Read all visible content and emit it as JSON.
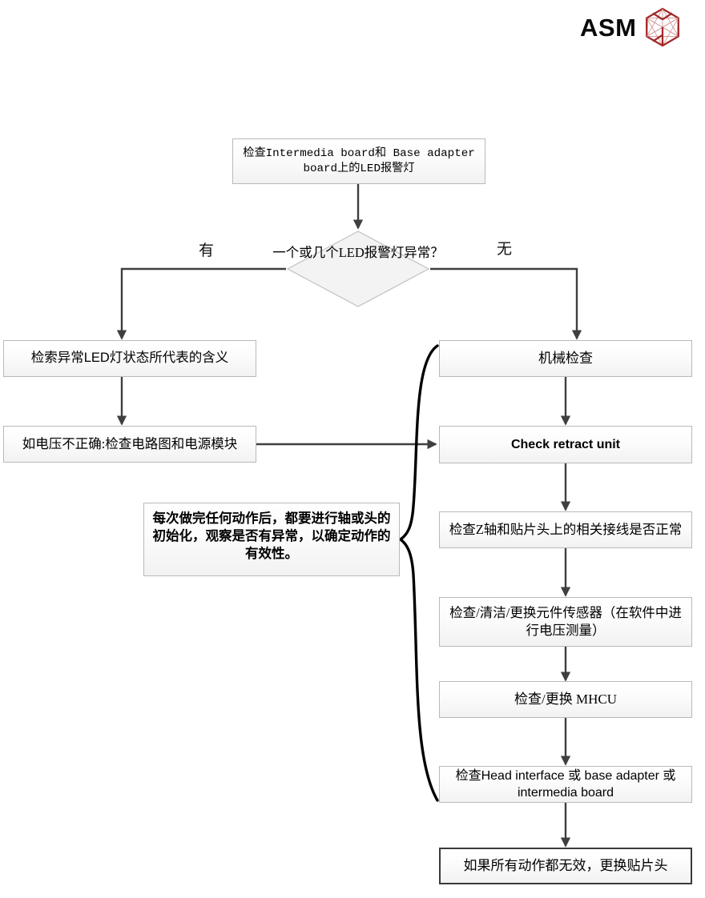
{
  "brand": {
    "name": "ASM",
    "logo_icon": "asm-hexagon-logo-icon",
    "logo_color": "#a32a2a"
  },
  "flowchart": {
    "type": "flowchart",
    "title": "",
    "nodes": [
      {
        "id": "start",
        "shape": "process",
        "text": "检查Intermedia board和 Base adapter board上的LED报警灯"
      },
      {
        "id": "decision",
        "shape": "diamond",
        "text": "一个或几个LED报警灯异常？"
      },
      {
        "id": "left1",
        "shape": "process",
        "text": "检索异常LED灯状态所代表的含义"
      },
      {
        "id": "left2",
        "shape": "process",
        "text": "如电压不正确:检查电路图和电源模块"
      },
      {
        "id": "note",
        "shape": "note",
        "text": "每次做完任何动作后，都要进行轴或头的初始化，观察是否有异常，以确定动作的有效性。"
      },
      {
        "id": "right1",
        "shape": "process",
        "text": "机械检查"
      },
      {
        "id": "right2",
        "shape": "process",
        "text": "Check retract unit"
      },
      {
        "id": "right3",
        "shape": "process",
        "text": "检查Z轴和贴片头上的相关接线是否正常"
      },
      {
        "id": "right4",
        "shape": "process",
        "text": "检查/清洁/更换元件传感器（在软件中进行电压测量）"
      },
      {
        "id": "right5",
        "shape": "process",
        "text": "检查/更换 MHCU"
      },
      {
        "id": "right6",
        "shape": "process",
        "text": "检查Head interface 或 base adapter 或 intermedia board"
      },
      {
        "id": "end",
        "shape": "process-emphasis",
        "text": "如果所有动作都无效，更换贴片头"
      }
    ],
    "edge_labels": {
      "yes": "有",
      "no": "无"
    }
  }
}
